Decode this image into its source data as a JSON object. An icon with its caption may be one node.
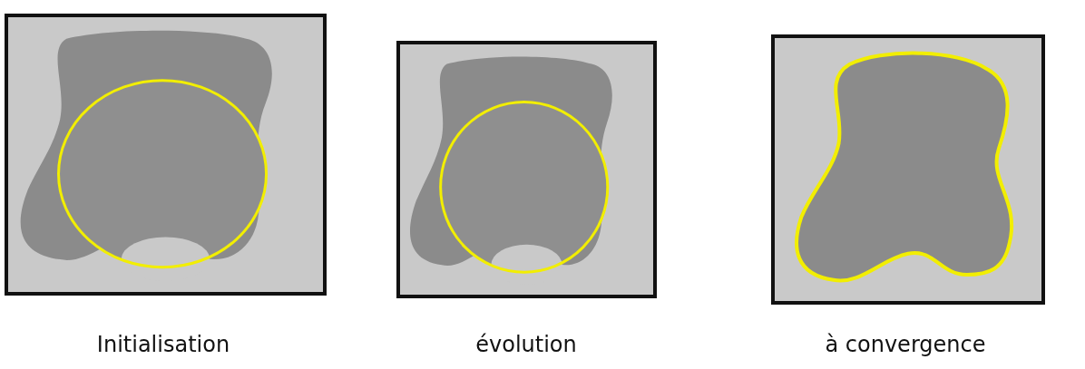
{
  "diagram": {
    "nodes": [
      {
        "text": [],
        "shape": "picture",
        "beside": [
          "Initialisation"
        ]
      },
      {
        "text": [],
        "shape": "picture",
        "beside": [
          "évolution"
        ]
      },
      {
        "text": [],
        "shape": "picture",
        "beside": [
          "à convergence"
        ]
      }
    ]
  }
}
